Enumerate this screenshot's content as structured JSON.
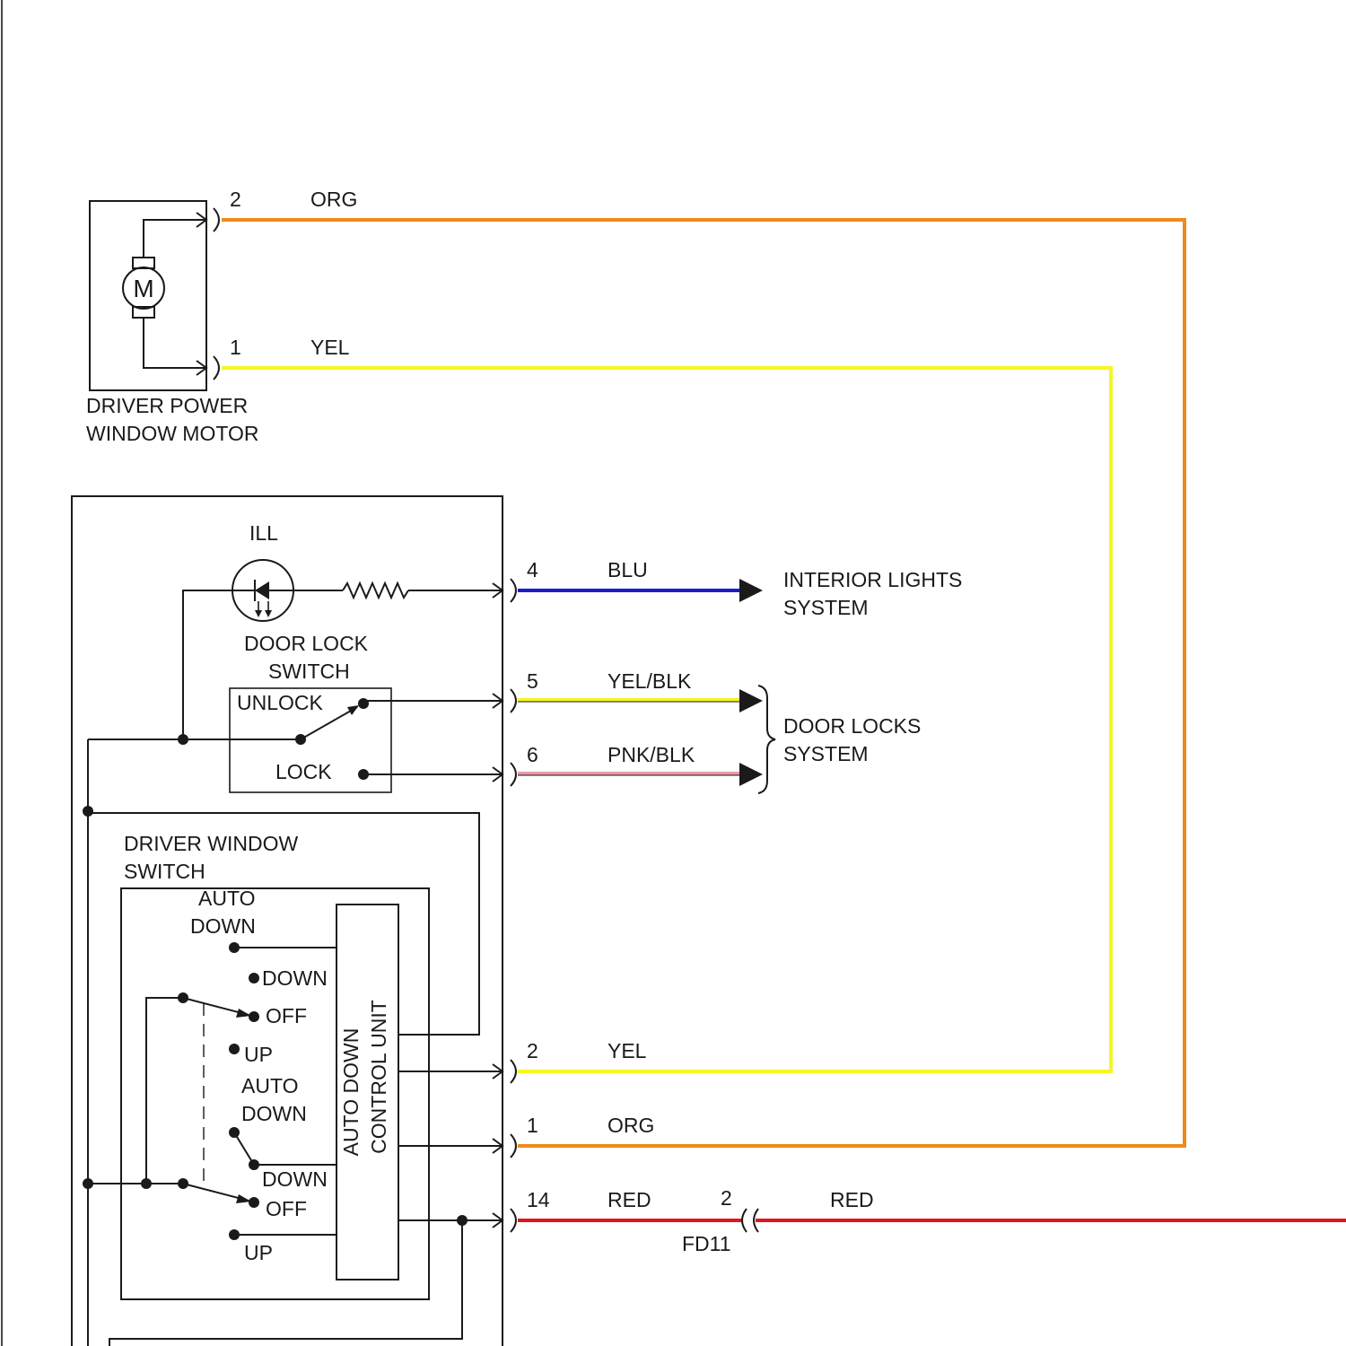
{
  "colors": {
    "ORG": "#ee8a1c",
    "YEL": "#f6f623",
    "BLU": "#1c1ccc",
    "RED": "#e0161c",
    "PNK": "#e89aa8",
    "BLK": "#1a1a1a"
  },
  "motor": {
    "symbol": "M",
    "label_line1": "DRIVER POWER",
    "label_line2": "WINDOW MOTOR",
    "pins": [
      {
        "pin": "2",
        "wire": "ORG"
      },
      {
        "pin": "1",
        "wire": "YEL"
      }
    ]
  },
  "switch_assembly": {
    "ill_label": "ILL",
    "door_lock_switch": {
      "title_line1": "DOOR LOCK",
      "title_line2": "SWITCH",
      "unlock": "UNLOCK",
      "lock": "LOCK"
    },
    "driver_window_switch": {
      "title_line1": "DRIVER WINDOW",
      "title_line2": "SWITCH",
      "front": {
        "auto1": "AUTO",
        "auto2": "DOWN",
        "down": "DOWN",
        "off": "OFF",
        "up": "UP"
      },
      "rear": {
        "auto1": "AUTO",
        "auto2": "DOWN",
        "down": "DOWN",
        "off": "OFF",
        "up": "UP"
      },
      "control_unit_line1": "AUTO DOWN",
      "control_unit_line2": "CONTROL UNIT"
    }
  },
  "wires": {
    "w4": {
      "pin": "4",
      "color": "BLU"
    },
    "w5": {
      "pin": "5",
      "color": "YEL/BLK"
    },
    "w6": {
      "pin": "6",
      "color": "PNK/BLK"
    },
    "w2": {
      "pin": "2",
      "color": "YEL"
    },
    "w1": {
      "pin": "1",
      "color": "ORG"
    },
    "w14": {
      "pin": "14",
      "color": "RED",
      "connector_pin": "2",
      "connector": "FD11",
      "color_after": "RED"
    }
  },
  "destinations": {
    "interior_line1": "INTERIOR LIGHTS",
    "interior_line2": "SYSTEM",
    "door_locks_line1": "DOOR LOCKS",
    "door_locks_line2": "SYSTEM"
  }
}
